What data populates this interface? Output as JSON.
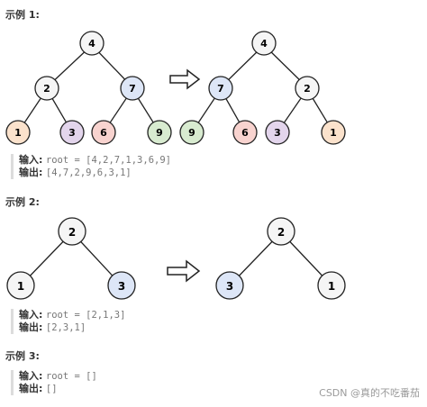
{
  "colors": {
    "white": "#f5f5f5",
    "orange": "#fbe2cc",
    "purple": "#e3d5ec",
    "red": "#f8d3cf",
    "green": "#d8ebd0",
    "blue": "#dde6f7"
  },
  "examples": [
    {
      "title": "示例 1:",
      "input_label": "输入:",
      "input_value": "root = [4,2,7,1,3,6,9]",
      "output_label": "输出:",
      "output_value": "[4,7,2,9,6,3,1]"
    },
    {
      "title": "示例 2:",
      "input_label": "输入:",
      "input_value": "root = [2,1,3]",
      "output_label": "输出:",
      "output_value": "[2,3,1]"
    },
    {
      "title": "示例 3:",
      "input_label": "输入:",
      "input_value": "root = []",
      "output_label": "输出:",
      "output_value": "[]"
    }
  ],
  "trees": {
    "ex1_input": {
      "root": "4",
      "left": "2",
      "right": "7",
      "ll": "1",
      "lr": "3",
      "rl": "6",
      "rr": "9"
    },
    "ex1_output": {
      "root": "4",
      "left": "7",
      "right": "2",
      "ll": "9",
      "lr": "6",
      "rl": "3",
      "rr": "1"
    },
    "ex2_input": {
      "root": "2",
      "left": "1",
      "right": "3"
    },
    "ex2_output": {
      "root": "2",
      "left": "3",
      "right": "1"
    }
  },
  "watermark": "CSDN @真的不吃番茄"
}
